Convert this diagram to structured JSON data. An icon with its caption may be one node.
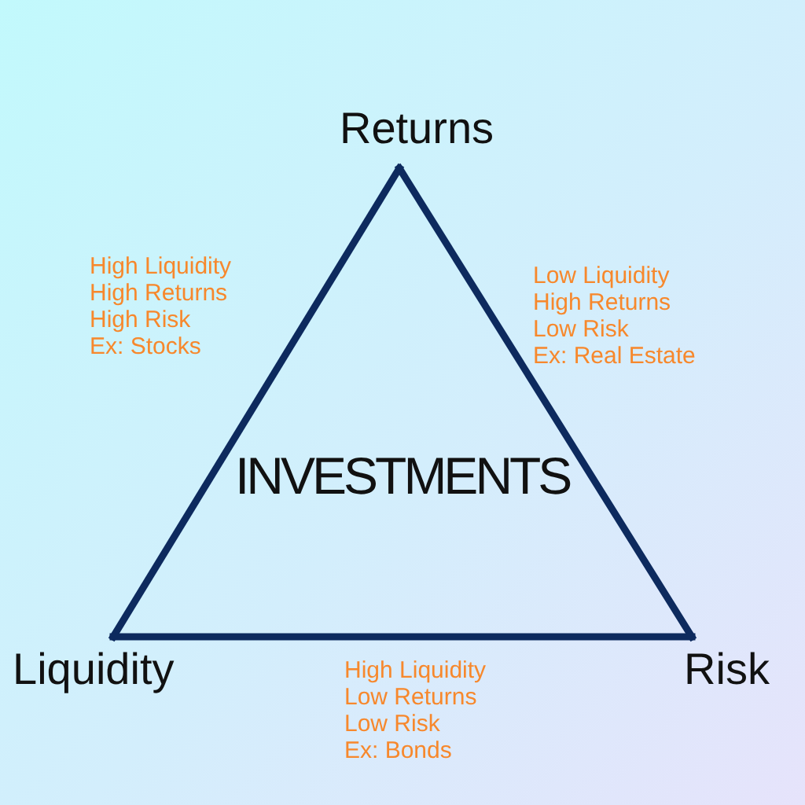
{
  "diagram": {
    "nodes": [
      {
        "text": [
          "Returns"
        ]
      },
      {
        "text": [
          "Liquidity"
        ]
      },
      {
        "text": [
          "Risk"
        ]
      }
    ],
    "edges": [
      {
        "from": 0,
        "to": 1,
        "arrow": "none"
      },
      {
        "from": 0,
        "to": 2,
        "arrow": "none"
      },
      {
        "from": 1,
        "to": 2,
        "arrow": "none"
      }
    ],
    "labels": [
      "High Liquidity",
      "High Returns",
      "High Risk",
      "Ex: Stocks",
      "Low Liquidity",
      "High Returns",
      "Low Risk",
      "Ex: Real Estate",
      "INVESTMENTS",
      "High Liquidity",
      "Low Returns",
      "Low Risk",
      "Ex: Bonds"
    ]
  }
}
